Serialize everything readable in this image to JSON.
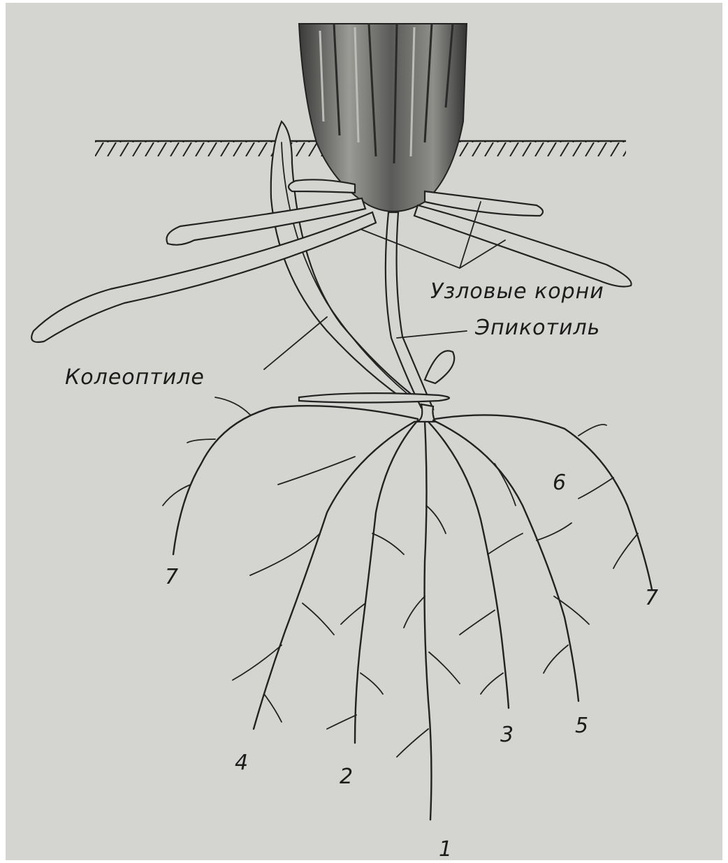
{
  "labels": {
    "nodal_roots": "Узловые корни",
    "epicotyl": "Эпикотиль",
    "coleoptile": "Колеоптиле"
  },
  "root_numbers": [
    "1",
    "2",
    "3",
    "4",
    "5",
    "6",
    "7",
    "7"
  ]
}
